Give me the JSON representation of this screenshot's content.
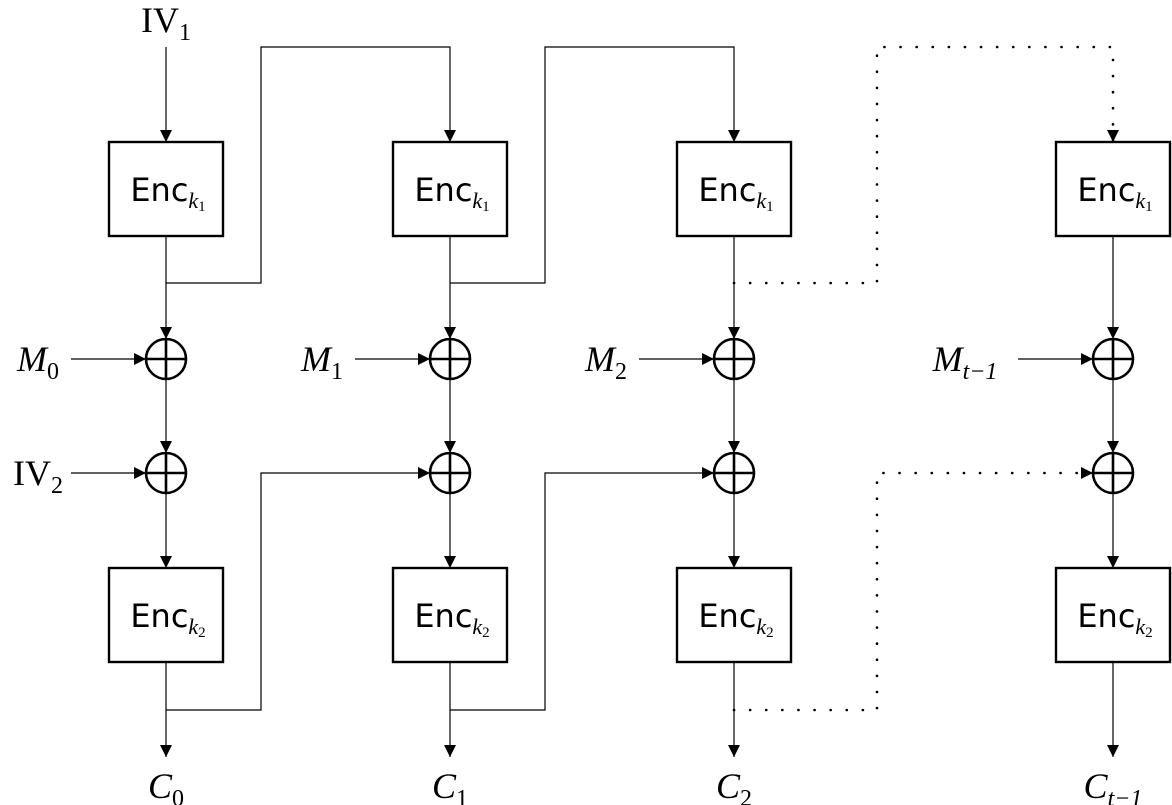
{
  "diagram": {
    "title": "Double encryption chained mode",
    "enc_label": "Enc",
    "top_key_sub": "k",
    "top_key_index": "1",
    "bottom_key_sub": "k",
    "bottom_key_index": "2",
    "iv1": {
      "base": "IV",
      "sub": "1"
    },
    "iv2": {
      "base": "IV",
      "sub": "2"
    },
    "columns": [
      {
        "message": {
          "base": "M",
          "sub": "0"
        },
        "cipher": {
          "base": "C",
          "sub": "0"
        }
      },
      {
        "message": {
          "base": "M",
          "sub": "1"
        },
        "cipher": {
          "base": "C",
          "sub": "1"
        }
      },
      {
        "message": {
          "base": "M",
          "sub": "2"
        },
        "cipher": {
          "base": "C",
          "sub": "2"
        }
      },
      {
        "message": {
          "base": "M",
          "sub": "t−1"
        },
        "cipher": {
          "base": "C",
          "sub": "t−1"
        }
      }
    ]
  }
}
